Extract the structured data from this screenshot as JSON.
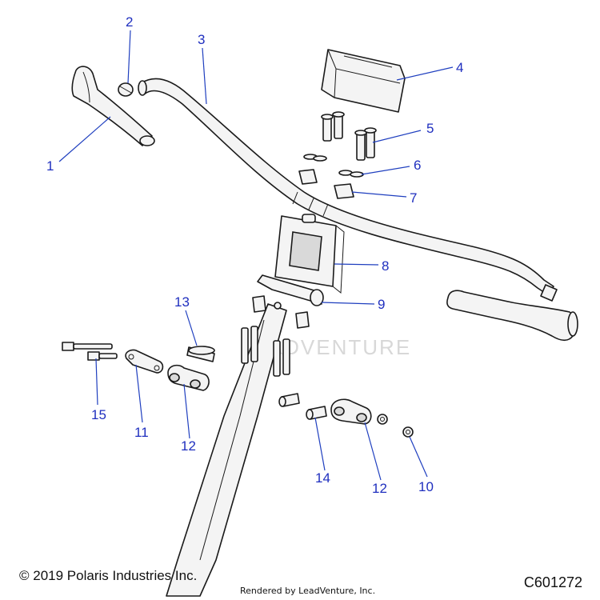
{
  "watermark": "LEADVENTURE",
  "callouts": [
    {
      "id": "1",
      "label": "1"
    },
    {
      "id": "2",
      "label": "2"
    },
    {
      "id": "3",
      "label": "3"
    },
    {
      "id": "4",
      "label": "4"
    },
    {
      "id": "5",
      "label": "5"
    },
    {
      "id": "6",
      "label": "6"
    },
    {
      "id": "7",
      "label": "7"
    },
    {
      "id": "8",
      "label": "8"
    },
    {
      "id": "9",
      "label": "9"
    },
    {
      "id": "10",
      "label": "10"
    },
    {
      "id": "11",
      "label": "11"
    },
    {
      "id": "12a",
      "label": "12"
    },
    {
      "id": "12b",
      "label": "12"
    },
    {
      "id": "13",
      "label": "13"
    },
    {
      "id": "14",
      "label": "14"
    },
    {
      "id": "15",
      "label": "15"
    }
  ],
  "footer": {
    "copyright": "© 2019 Polaris Industries Inc.",
    "rendered_by": "Rendered by LeadVenture, Inc.",
    "diagram_code": "C601272"
  },
  "colors": {
    "callout": "#1f2fbf",
    "line": "#1a1a1a",
    "part_fill": "#f4f4f4"
  }
}
